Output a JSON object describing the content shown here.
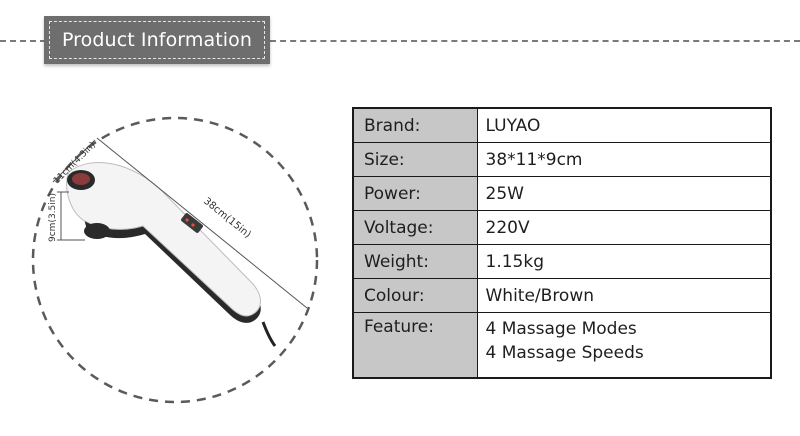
{
  "header": {
    "title": "Product Information"
  },
  "figure": {
    "length_label": "38cm(15in)",
    "width_label": "11cm(4.3in)",
    "height_label": "9cm(3.5in)",
    "colors": {
      "body": "#f4f4f4",
      "accent": "#2a2a2a",
      "display": "#c0392b",
      "dash_circle": "#5a5a5a"
    }
  },
  "specs": [
    {
      "key": "Brand:",
      "value": "LUYAO"
    },
    {
      "key": "Size:",
      "value": "38*11*9cm"
    },
    {
      "key": "Power:",
      "value": "25W"
    },
    {
      "key": "Voltage:",
      "value": "220V"
    },
    {
      "key": "Weight:",
      "value": "1.15kg"
    },
    {
      "key": "Colour:",
      "value": "White/Brown"
    },
    {
      "key": "Feature:",
      "value_lines": [
        "4 Massage Modes",
        "4 Massage Speeds"
      ]
    }
  ],
  "colors": {
    "banner": "#6e6e6e",
    "key_cell": "#c7c7c7",
    "border": "#1a1a1a"
  }
}
